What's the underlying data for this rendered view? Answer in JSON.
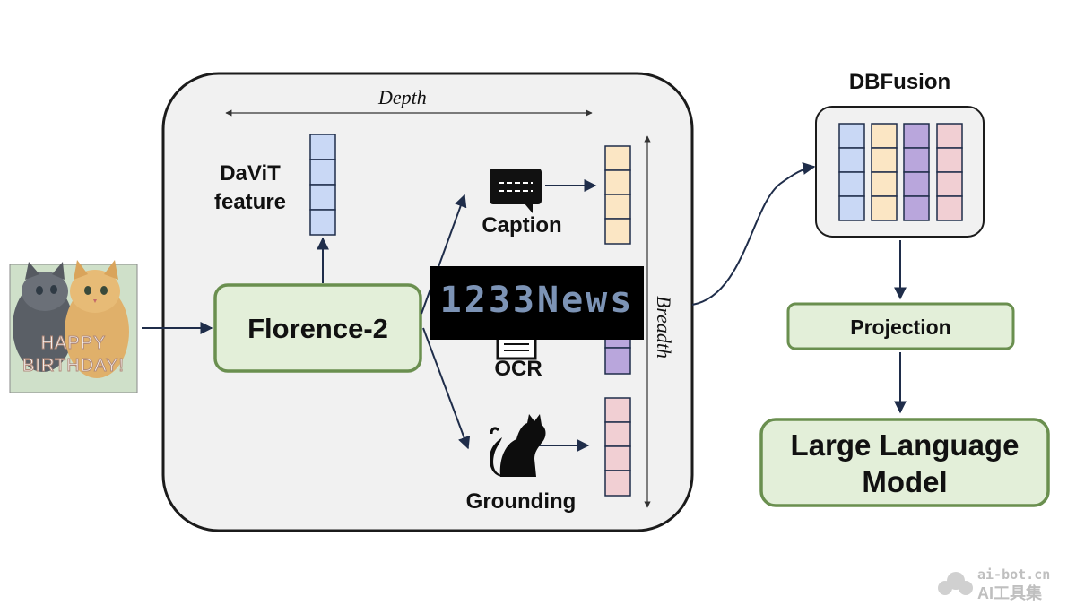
{
  "labels": {
    "depth": "Depth",
    "breadth": "Breadth",
    "davit_feature_line1": "DaViT",
    "davit_feature_line2": "feature",
    "florence": "Florence-2",
    "caption": "Caption",
    "ocr": "OCR",
    "grounding": "Grounding",
    "dbfusion": "DBFusion",
    "projection": "Projection",
    "llm_line1": "Large Language",
    "llm_line2": "Model"
  },
  "input_image": {
    "text_line1": "HAPPY",
    "text_line2": "BIRTHDAY!"
  },
  "overlay_banner": {
    "text": "1233News"
  },
  "watermark": {
    "line1": "ai-bot.cn",
    "line2": "AI工具集"
  },
  "colors": {
    "blue_cell": "#c9d8f5",
    "orange_cell": "#fbe6c4",
    "purple_cell": "#b9a6dc",
    "pink_cell": "#f1cfd3",
    "green_fill": "#e3efd9",
    "green_border": "#6a8f4f",
    "panel_fill": "#f1f1f1",
    "navy": "#1f2d4a"
  }
}
